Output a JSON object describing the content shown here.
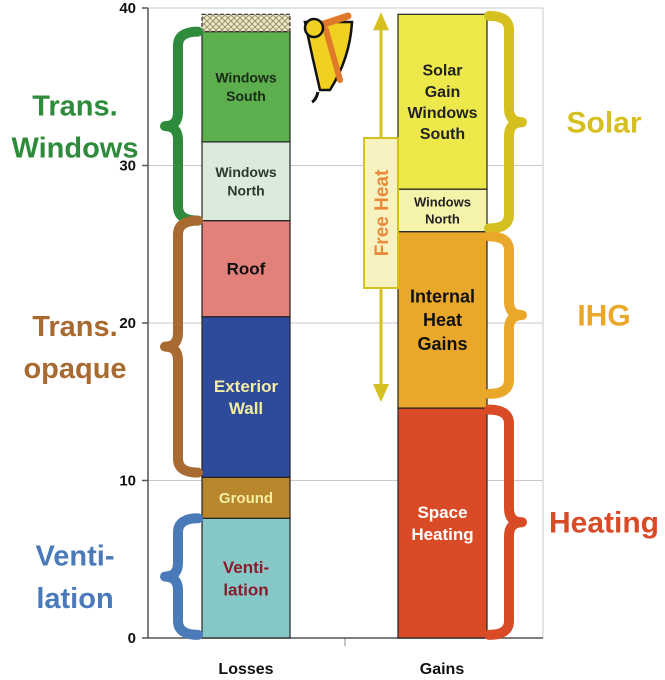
{
  "chart_data": {
    "type": "bar",
    "stacked": true,
    "categories": [
      "Losses",
      "Gains"
    ],
    "ylim": [
      0,
      40
    ],
    "yticks": [
      0,
      10,
      20,
      30,
      40
    ],
    "grid": true,
    "stacks": [
      {
        "category": "Losses",
        "segments": [
          {
            "label": "Venti-\nlation",
            "from": 0,
            "to": 7.6,
            "color": "#86c8c8",
            "text_color": "#8b1a2b"
          },
          {
            "label": "Ground",
            "from": 7.6,
            "to": 10.2,
            "color": "#b8862c",
            "text_color": "#f4eea0"
          },
          {
            "label": "Exterior\nWall",
            "from": 10.2,
            "to": 20.4,
            "color": "#2e4a9a",
            "text_color": "#f4eea0"
          },
          {
            "label": "Roof",
            "from": 20.4,
            "to": 26.5,
            "color": "#e2807a",
            "text_color": "#111111"
          },
          {
            "label": "Windows\nNorth",
            "from": 26.5,
            "to": 31.5,
            "color": "#dceadb",
            "text_color": "#2a3a2a"
          },
          {
            "label": "Windows\nSouth",
            "from": 31.5,
            "to": 38.5,
            "color": "#5caf4c",
            "text_color": "#1a2a1a"
          },
          {
            "label": "",
            "from": 38.5,
            "to": 39.6,
            "color": "#f1e6bf",
            "text_color": "#111111",
            "hatched": true
          }
        ]
      },
      {
        "category": "Gains",
        "segments": [
          {
            "label": "Space\nHeating",
            "from": 0,
            "to": 14.6,
            "color": "#d94a26",
            "text_color": "#ffffff"
          },
          {
            "label": "Internal\nHeat\nGains",
            "from": 14.6,
            "to": 25.8,
            "color": "#eaa82a",
            "text_color": "#111111"
          },
          {
            "label": "Windows\nNorth",
            "from": 25.8,
            "to": 28.5,
            "color": "#f5f2aa",
            "text_color": "#222222"
          },
          {
            "label": "Solar\nGain\nWindows\nSouth",
            "from": 28.5,
            "to": 39.6,
            "color": "#eee94a",
            "text_color": "#222222"
          }
        ]
      }
    ],
    "groups": [
      {
        "label": "Trans.\nWindows",
        "side": "left",
        "from": 26.5,
        "to": 38.5,
        "color": "#2e8b3c"
      },
      {
        "label": "Trans.\nopaque",
        "side": "left",
        "from": 10.5,
        "to": 26.5,
        "color": "#a86a30"
      },
      {
        "label": "Venti-\nlation",
        "side": "left",
        "from": 0.2,
        "to": 7.6,
        "color": "#4a7ab8"
      },
      {
        "label": "Solar",
        "side": "right",
        "from": 26.0,
        "to": 39.5,
        "color": "#d6c020"
      },
      {
        "label": "IHG",
        "side": "right",
        "from": 15.5,
        "to": 25.5,
        "color": "#eaa82a"
      },
      {
        "label": "Heating",
        "side": "right",
        "from": 0.2,
        "to": 14.5,
        "color": "#d94a26"
      }
    ],
    "annotation": {
      "label": "Free Heat",
      "from": 14.6,
      "to": 39.6,
      "color": "#d6c020",
      "text_color": "#e88a3a",
      "box_color": "#f8f2c0"
    },
    "logo": {
      "name": "sun-logo-icon"
    }
  }
}
